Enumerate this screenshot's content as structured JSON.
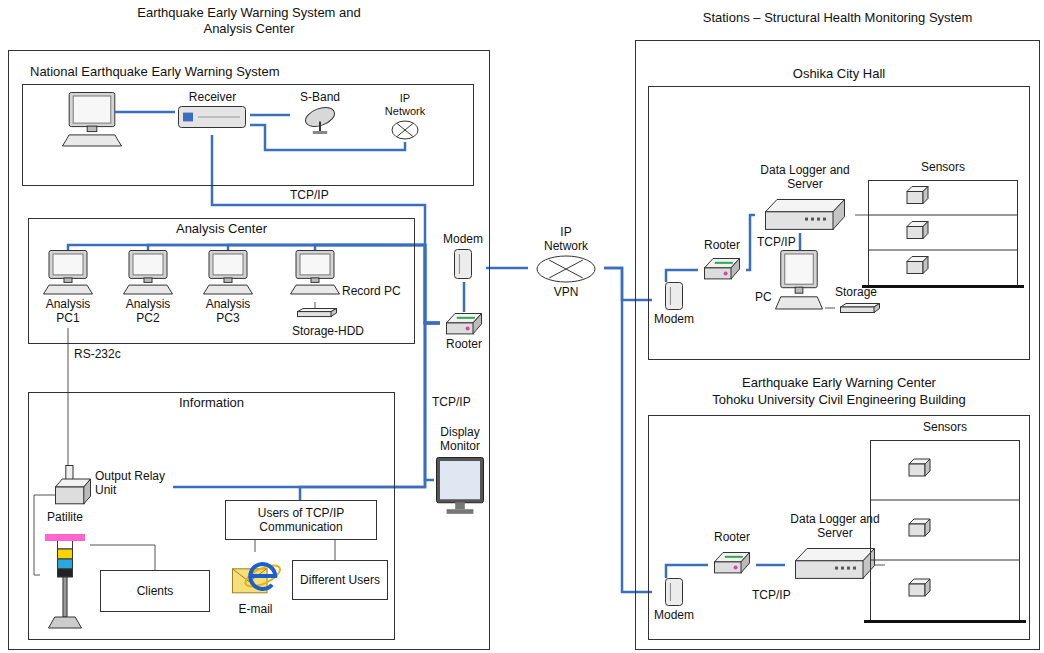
{
  "diagram": {
    "nodes": [
      {
        "text": [
          "Earthquake Early Warning System and Analysis Center"
        ]
      },
      {
        "text": [
          "National Earthquake Early Warning System"
        ],
        "in": 0
      },
      {
        "text": [
          "Receiver"
        ],
        "in": 1
      },
      {
        "text": [
          "S-Band"
        ],
        "in": 1
      },
      {
        "text": [
          "IP Network"
        ],
        "in": 1
      },
      {
        "text": [
          "Analysis Center"
        ],
        "in": 0
      },
      {
        "text": [
          "Analysis PC1"
        ],
        "in": 5
      },
      {
        "text": [
          "Analysis PC2"
        ],
        "in": 5
      },
      {
        "text": [
          "Analysis PC3"
        ],
        "in": 5
      },
      {
        "text": [
          "Record PC"
        ],
        "in": 5
      },
      {
        "text": [
          "Storage-HDD"
        ],
        "in": 5
      },
      {
        "text": [
          "Information"
        ],
        "in": 0
      },
      {
        "text": [
          "Output Relay Unit"
        ],
        "in": 11
      },
      {
        "text": [
          "Patilite"
        ],
        "in": 11
      },
      {
        "text": [
          "Clients"
        ],
        "in": 11
      },
      {
        "text": [
          "Users of TCP/IP Communication"
        ],
        "in": 11
      },
      {
        "text": [
          "E-mail"
        ],
        "in": 11
      },
      {
        "text": [
          "Different Users"
        ],
        "in": 11
      },
      {
        "text": [
          "Display Monitor"
        ],
        "in": 0
      },
      {
        "text": [
          "Modem"
        ],
        "in": 0
      },
      {
        "text": [
          "Rooter"
        ],
        "in": 0
      },
      {
        "text": [
          "IP Network",
          "VPN"
        ]
      },
      {
        "text": [
          "Stations – Structural Health Monitoring System"
        ]
      },
      {
        "text": [
          "Oshika City Hall"
        ],
        "in": 22
      },
      {
        "text": [
          "Modem"
        ],
        "in": 23
      },
      {
        "text": [
          "Rooter"
        ],
        "in": 23
      },
      {
        "text": [
          "Data Logger and Server"
        ],
        "in": 23
      },
      {
        "text": [
          "PC"
        ],
        "in": 23
      },
      {
        "text": [
          "Storage"
        ],
        "in": 23
      },
      {
        "text": [
          "Sensors"
        ],
        "in": 23
      },
      {
        "text": [
          "Earthquake Early Warning Center",
          "Tohoku University Civil Engineering Building"
        ],
        "in": 22
      },
      {
        "text": [
          "Modem"
        ],
        "in": 30
      },
      {
        "text": [
          "Rooter"
        ],
        "in": 30
      },
      {
        "text": [
          "Data Logger and Server"
        ],
        "in": 30
      },
      {
        "text": [
          "Sensors"
        ],
        "in": 30
      }
    ],
    "edges": [
      {
        "from": 2,
        "to": 3,
        "arrow": "none"
      },
      {
        "from": 2,
        "to": 4,
        "arrow": "none"
      },
      {
        "from": 2,
        "to": 20,
        "arrow": "none"
      },
      {
        "from": 6,
        "to": 20,
        "arrow": "none"
      },
      {
        "from": 7,
        "to": 20,
        "arrow": "none"
      },
      {
        "from": 8,
        "to": 20,
        "arrow": "none"
      },
      {
        "from": 9,
        "to": 20,
        "arrow": "none"
      },
      {
        "from": 9,
        "to": 10,
        "arrow": "none"
      },
      {
        "from": 6,
        "to": 12,
        "arrow": "none"
      },
      {
        "from": 12,
        "to": 13,
        "arrow": "none"
      },
      {
        "from": 13,
        "to": 14,
        "arrow": "none"
      },
      {
        "from": 12,
        "to": 20,
        "arrow": "none"
      },
      {
        "from": 15,
        "to": 20,
        "arrow": "none"
      },
      {
        "from": 18,
        "to": 20,
        "arrow": "none"
      },
      {
        "from": 15,
        "to": 16,
        "arrow": "none"
      },
      {
        "from": 15,
        "to": 17,
        "arrow": "none"
      },
      {
        "from": 20,
        "to": 19,
        "arrow": "none"
      },
      {
        "from": 19,
        "to": 21,
        "arrow": "none"
      },
      {
        "from": 21,
        "to": 24,
        "arrow": "none"
      },
      {
        "from": 21,
        "to": 31,
        "arrow": "none"
      },
      {
        "from": 24,
        "to": 25,
        "arrow": "none"
      },
      {
        "from": 25,
        "to": 26,
        "arrow": "none"
      },
      {
        "from": 26,
        "to": 27,
        "arrow": "none"
      },
      {
        "from": 27,
        "to": 28,
        "arrow": "none"
      },
      {
        "from": 26,
        "to": 29,
        "arrow": "none"
      },
      {
        "from": 31,
        "to": 32,
        "arrow": "none"
      },
      {
        "from": 32,
        "to": 33,
        "arrow": "none"
      },
      {
        "from": 33,
        "to": 34,
        "arrow": "none"
      }
    ],
    "labels": [
      "TCP/IP",
      "RS-232c",
      "TCP/IP",
      "TCP/IP",
      "TCP/IP"
    ]
  }
}
